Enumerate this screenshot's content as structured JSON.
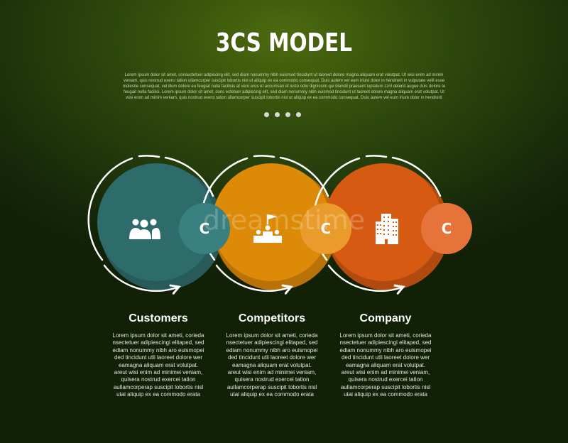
{
  "title": "3CS MODEL",
  "intro": "Lorem ipsum dolor sit amet, consectetuer adipiscing elit, sed diam nonummy nibh euismod tincidunt ut laoreet dolore magna aliquam erat volutpat. Ut wisi enim ad minim veniam, quis nostrud exerci tation ullamcorper suscipit lobortis nisl ut aliquip ex ea commodo consequat. Duis autem vel eum iriure dolor in hendrerit in vulputate velit esse molestie consequat, vel illum dolore eu feugiat nulla facilisis at vero eros et accumsan et iusto odio dignissim qui blandit praesent luptatum zzril delenit augue duis dolore te feugait nulla facilisi. Lorem ipsum dolor sit amet, cons ectetuer adipiscing elit, sed diam nonummy nibh euismod tincidunt ut laoreet dolore magna aliquam erat volutpat. Ut wisi enim ad minim veniam, quis nostrud exerci tation ullamcorper suscipit lobortis nisl ut aliquip ex ea commodo consequat. Duis autem vel eum iriure dolor in hendrerit",
  "items": [
    {
      "badge": "C",
      "title": "Customers",
      "text": "Lorem ipsum dolor sit ameti, corieda nsectetuer adipiescingi elitaped, sed ediam nonummy nibh aro euismopei ded tincidunt utli laoreet dolore wer eamagna aliquam erat volutpat. areut wisi enim ad minimei veniam, quisera nostrud exercei tation aullamcorperap suscipit lobortis nisl utai aliquip ex ea commodo erata",
      "color": "#2e6b6b",
      "icon": "people-icon"
    },
    {
      "badge": "C",
      "title": "Competitors",
      "text": "Lorem ipsum dolor sit ameti, corieda nsectetuer adipiescingi elitaped, sed ediam nonummy nibh aro euismopei ded tincidunt utli laoreet dolore wer eamagna aliquam erat volutpat. areut wisi enim ad minimei veniam, quisera nostrud exercei tation aullamcorperap suscipit lobortis nisl utai aliquip ex ea commodo erata",
      "color": "#dc8a07",
      "icon": "podium-flag-icon"
    },
    {
      "badge": "C",
      "title": "Company",
      "text": "Lorem ipsum dolor sit ameti, corieda nsectetuer adipiescingi elitaped, sed ediam nonummy nibh aro euismopei ded tincidunt utli laoreet dolore wer eamagna aliquam erat volutpat. areut wisi enim ad minimei veniam, quisera nostrud exercei tation aullamcorperap suscipit lobortis nisl utai aliquip ex ea commodo erata",
      "color": "#d65a12",
      "icon": "buildings-icon"
    }
  ],
  "watermark": "dreamstime"
}
